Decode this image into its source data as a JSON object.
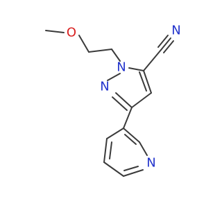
{
  "molecule": {
    "atoms": {
      "oxygen": {
        "label": "O",
        "color": "#d92020"
      },
      "n1": {
        "label": "N",
        "color": "#2233cc"
      },
      "n2": {
        "label": "N",
        "color": "#2233cc"
      },
      "nitrile_n": {
        "label": "N",
        "color": "#2233cc"
      },
      "pyridine_n": {
        "label": "N",
        "color": "#2233cc"
      }
    },
    "bond_color": "#3a3a3a"
  }
}
